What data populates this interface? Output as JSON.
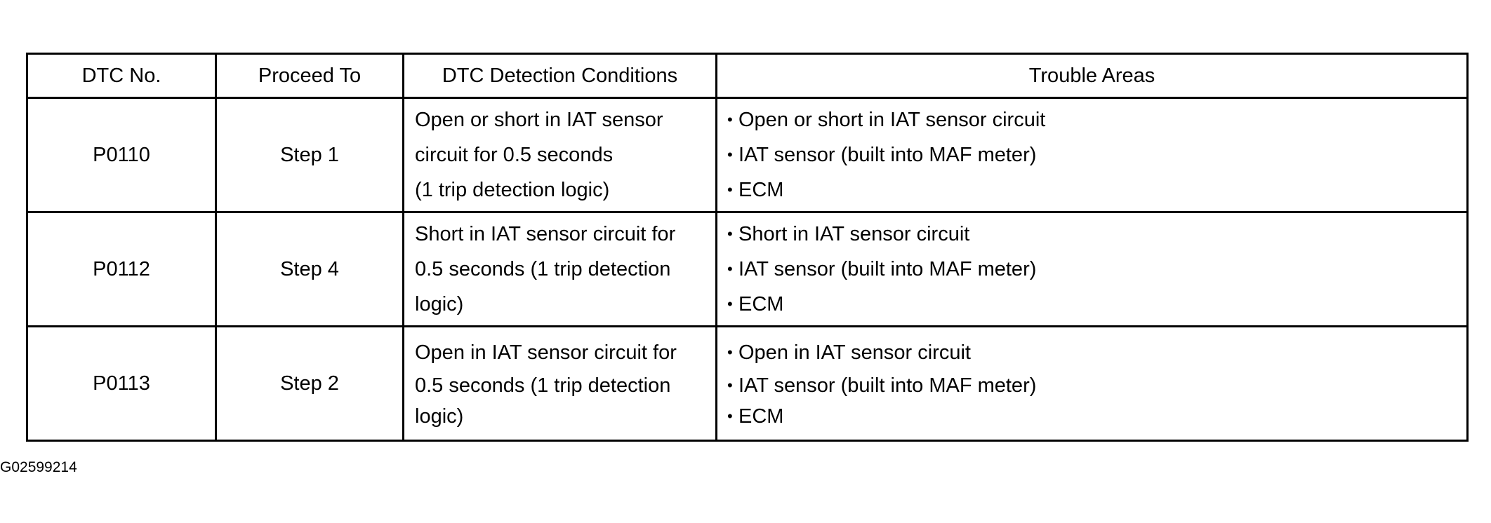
{
  "table": {
    "headers": [
      "DTC No.",
      "Proceed To",
      "DTC Detection Conditions",
      "Trouble Areas"
    ],
    "rows": [
      {
        "dtc": "P0110",
        "proceed": "Step 1",
        "conditions": [
          "Open or short in IAT sensor",
          "circuit for 0.5 seconds",
          "(1 trip detection logic)"
        ],
        "areas": [
          "Open or short in IAT sensor circuit",
          "IAT sensor (built into MAF meter)",
          "ECM"
        ]
      },
      {
        "dtc": "P0112",
        "proceed": "Step 4",
        "conditions": [
          "Short in IAT sensor circuit for",
          "0.5 seconds (1 trip detection",
          "logic)"
        ],
        "areas": [
          "Short in IAT sensor circuit",
          "IAT sensor (built into MAF meter)",
          "ECM"
        ]
      },
      {
        "dtc": "P0113",
        "proceed": "Step 2",
        "conditions": [
          "Open in IAT sensor circuit for",
          "0.5 seconds (1 trip detection",
          "logic)"
        ],
        "areas": [
          "Open in IAT sensor circuit",
          "IAT sensor (built into MAF meter)",
          "ECM"
        ]
      }
    ]
  },
  "figure_id": "G02599214"
}
